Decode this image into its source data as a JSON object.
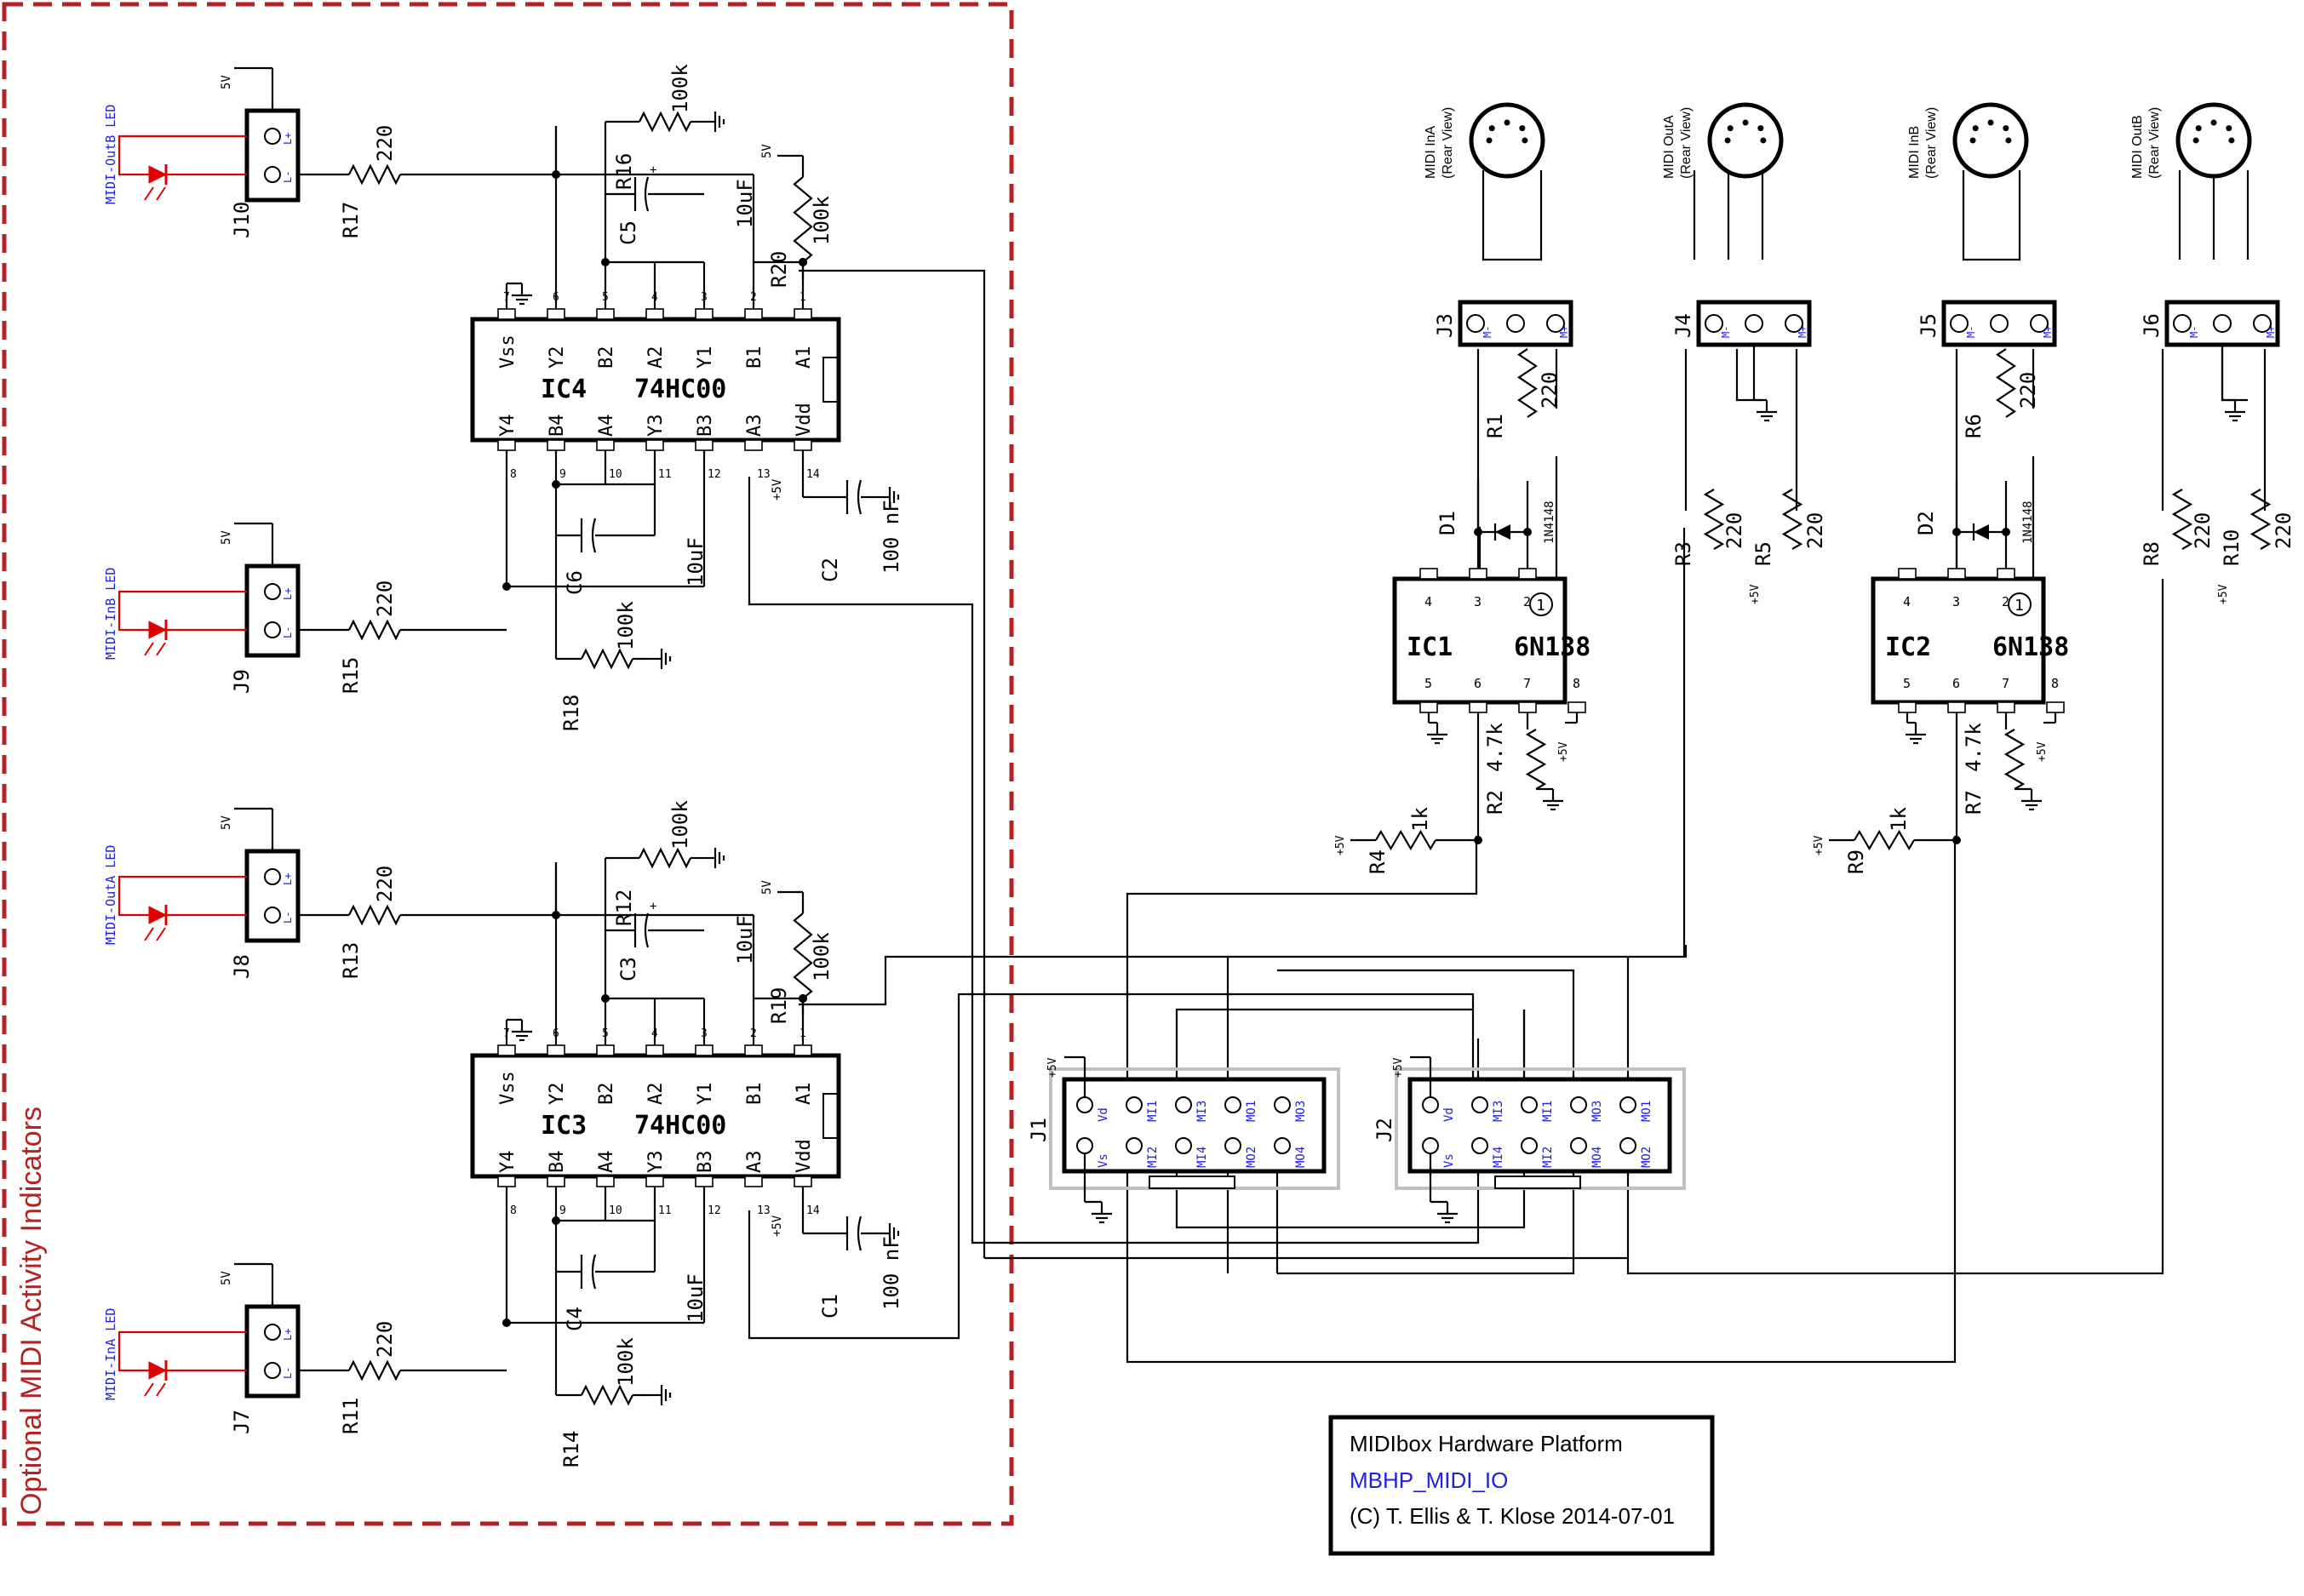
{
  "region_label": "Optional MIDI Activity Indicators",
  "title_block": {
    "line1": "MIDIbox Hardware Platform",
    "line2": "MBHP_MIDI_IO",
    "line3": "(C) T. Ellis & T. Klose 2014-07-01"
  },
  "colors": {
    "wire": "#000000",
    "frame": "#b22222",
    "led": "#e00000",
    "pin_label": "#2020dd",
    "header_outline": "#c0c0c0"
  },
  "nand_ics": [
    {
      "ref": "IC4",
      "part": "74HC00",
      "top_pins": [
        {
          "n": "7",
          "s": "Vss"
        },
        {
          "n": "6",
          "s": "Y2"
        },
        {
          "n": "5",
          "s": "B2"
        },
        {
          "n": "4",
          "s": "A2"
        },
        {
          "n": "3",
          "s": "Y1"
        },
        {
          "n": "2",
          "s": "B1"
        },
        {
          "n": "1",
          "s": "A1"
        }
      ],
      "bottom_pins": [
        {
          "n": "8",
          "s": "Y4"
        },
        {
          "n": "9",
          "s": "B4"
        },
        {
          "n": "10",
          "s": "A4"
        },
        {
          "n": "11",
          "s": "Y3"
        },
        {
          "n": "12",
          "s": "B3"
        },
        {
          "n": "13",
          "s": "A3"
        },
        {
          "n": "14",
          "s": "Vdd"
        }
      ]
    },
    {
      "ref": "IC3",
      "part": "74HC00",
      "top_pins": [
        {
          "n": "7",
          "s": "Vss"
        },
        {
          "n": "6",
          "s": "Y2"
        },
        {
          "n": "5",
          "s": "B2"
        },
        {
          "n": "4",
          "s": "A2"
        },
        {
          "n": "3",
          "s": "Y1"
        },
        {
          "n": "2",
          "s": "B1"
        },
        {
          "n": "1",
          "s": "A1"
        }
      ],
      "bottom_pins": [
        {
          "n": "8",
          "s": "Y4"
        },
        {
          "n": "9",
          "s": "B4"
        },
        {
          "n": "10",
          "s": "A4"
        },
        {
          "n": "11",
          "s": "Y3"
        },
        {
          "n": "12",
          "s": "B3"
        },
        {
          "n": "13",
          "s": "A3"
        },
        {
          "n": "14",
          "s": "Vdd"
        }
      ]
    }
  ],
  "opto_ics": [
    {
      "ref": "IC1",
      "part": "6N138",
      "top_pins": [
        "4",
        "3",
        "2"
      ],
      "bottom_pins": [
        "5",
        "6",
        "7",
        "8"
      ],
      "marker": "1"
    },
    {
      "ref": "IC2",
      "part": "6N138",
      "top_pins": [
        "4",
        "3",
        "2"
      ],
      "bottom_pins": [
        "5",
        "6",
        "7",
        "8"
      ],
      "marker": "1"
    }
  ],
  "led_connectors": [
    {
      "ref": "J10",
      "label": "MIDI-OutB LED",
      "supply": "5V",
      "pin_a": "L+",
      "pin_b": "L-"
    },
    {
      "ref": "J9",
      "label": "MIDI-InB LED",
      "supply": "5V",
      "pin_a": "L+",
      "pin_b": "L-"
    },
    {
      "ref": "J8",
      "label": "MIDI-OutA LED",
      "supply": "5V",
      "pin_a": "L+",
      "pin_b": "L-"
    },
    {
      "ref": "J7",
      "label": "MIDI-InA LED",
      "supply": "5V",
      "pin_a": "L+",
      "pin_b": "L-"
    }
  ],
  "resistors": [
    {
      "ref": "R17",
      "value": "220"
    },
    {
      "ref": "R16",
      "value": "100k"
    },
    {
      "ref": "R20",
      "value": "100k"
    },
    {
      "ref": "R15",
      "value": "220"
    },
    {
      "ref": "R18",
      "value": "100k"
    },
    {
      "ref": "R13",
      "value": "220"
    },
    {
      "ref": "R12",
      "value": "100k"
    },
    {
      "ref": "R19",
      "value": "100k"
    },
    {
      "ref": "R11",
      "value": "220"
    },
    {
      "ref": "R14",
      "value": "100k"
    },
    {
      "ref": "R1",
      "value": "220"
    },
    {
      "ref": "R3",
      "value": "220"
    },
    {
      "ref": "R5",
      "value": "220"
    },
    {
      "ref": "R2",
      "value": "4.7k"
    },
    {
      "ref": "R4",
      "value": "1k"
    },
    {
      "ref": "R6",
      "value": "220"
    },
    {
      "ref": "R8",
      "value": "220"
    },
    {
      "ref": "R10",
      "value": "220"
    },
    {
      "ref": "R7",
      "value": "4.7k"
    },
    {
      "ref": "R9",
      "value": "1k"
    }
  ],
  "capacitors": [
    {
      "ref": "C5",
      "value": "10uF"
    },
    {
      "ref": "C6",
      "value": "10uF"
    },
    {
      "ref": "C2",
      "value": "100 nF"
    },
    {
      "ref": "C3",
      "value": "10uF"
    },
    {
      "ref": "C4",
      "value": "10uF"
    },
    {
      "ref": "C1",
      "value": "100 nF"
    }
  ],
  "diodes": [
    {
      "ref": "D1",
      "value": "1N4148"
    },
    {
      "ref": "D2",
      "value": "1N4148"
    }
  ],
  "din_sockets": [
    {
      "title": "MIDI InA",
      "view": "(Rear View)",
      "jack": "J3",
      "mode": "in",
      "pins": [
        "M-",
        "M+"
      ]
    },
    {
      "title": "MIDI OutA",
      "view": "(Rear View)",
      "jack": "J4",
      "mode": "out",
      "pins": [
        "M-",
        "M+"
      ]
    },
    {
      "title": "MIDI InB",
      "view": "(Rear View)",
      "jack": "J5",
      "mode": "in",
      "pins": [
        "M-",
        "M+"
      ]
    },
    {
      "title": "MIDI OutB",
      "view": "(Rear View)",
      "jack": "J6",
      "mode": "out",
      "pins": [
        "M-",
        "M+"
      ]
    }
  ],
  "headers": [
    {
      "ref": "J1",
      "top": [
        "Vd",
        "MI1",
        "MI3",
        "MO1",
        "MO3"
      ],
      "bottom": [
        "Vs",
        "MI2",
        "MI4",
        "MO2",
        "MO4"
      ]
    },
    {
      "ref": "J2",
      "top": [
        "Vd",
        "MI3",
        "MI1",
        "MO3",
        "MO1"
      ],
      "bottom": [
        "Vs",
        "MI4",
        "MI2",
        "MO4",
        "MO2"
      ]
    }
  ],
  "supply_labels": {
    "five_v": "5V",
    "plus_five_v": "+5V"
  }
}
